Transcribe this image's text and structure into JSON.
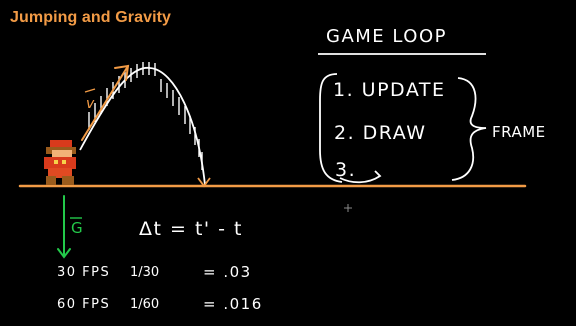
{
  "title": "Jumping and Gravity",
  "colors": {
    "background": "#000000",
    "title": "#f29b46",
    "ground": "#f29b46",
    "velocity": "#f29b46",
    "trajectory": "#ffffff",
    "gravity": "#23c94a",
    "chalk": "#ffffff"
  },
  "labels": {
    "velocity_symbol": "v",
    "gravity_symbol": "G",
    "delta_t": "Δt = t' - t"
  },
  "fps_rows": [
    {
      "fps": "30 FPS",
      "fraction": "1/30",
      "value": "= .03"
    },
    {
      "fps": "60 FPS",
      "fraction": "1/60",
      "value": "= .016"
    }
  ],
  "game_loop": {
    "title": "GAME LOOP",
    "steps": [
      "1. UPDATE",
      "2. DRAW",
      "3."
    ],
    "group_label": "FRAME"
  },
  "icons": {
    "character": "mario-sprite-icon",
    "cursor": "crosshair-icon"
  }
}
